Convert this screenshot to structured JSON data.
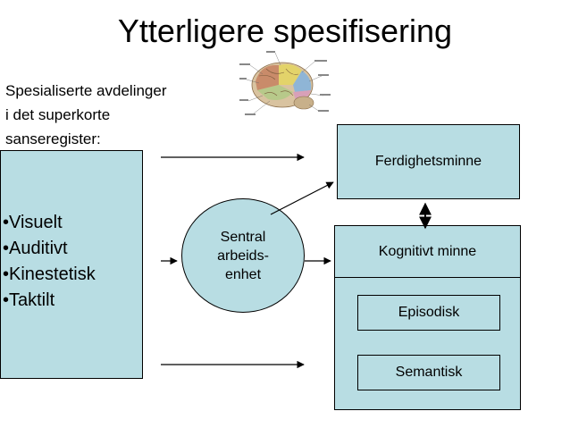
{
  "title": "Ytterligere spesifisering",
  "intro_lines": [
    "Spesialiserte avdelinger",
    "i det superkorte",
    "sanseregister:"
  ],
  "senses": [
    "•Visuelt",
    "•Auditivt",
    "•Kinestetisk",
    "•Taktilt"
  ],
  "central_unit_lines": [
    "Sentral",
    "arbeids-",
    "enhet"
  ],
  "skill_memory": "Ferdighetsminne",
  "cognitive_memory": {
    "label": "Kognitivt minne",
    "subtypes": [
      "Episodisk",
      "Semantisk"
    ]
  },
  "colors": {
    "box_fill": "#b8dde3",
    "stroke": "#000000"
  }
}
